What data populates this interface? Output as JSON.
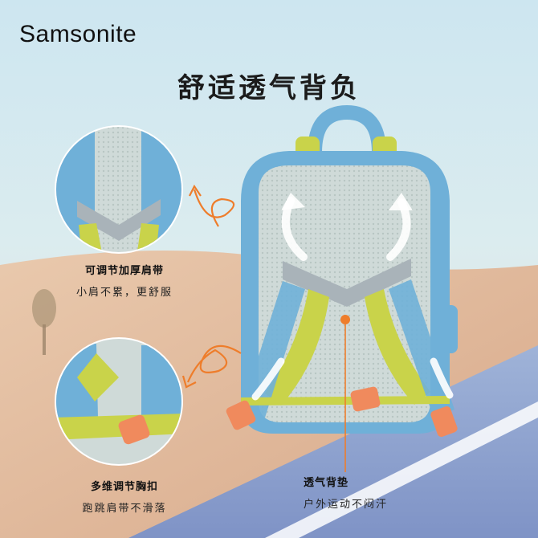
{
  "brand": {
    "logo_text": "Samsonite"
  },
  "headline": "舒适透气背负",
  "callouts": [
    {
      "title": "可调节加厚肩带",
      "subtitle": "小肩不累，更舒服"
    },
    {
      "title": "多维调节胸扣",
      "subtitle": "跑跳肩带不滑落"
    },
    {
      "title": "透气背垫",
      "subtitle": "户外运动不闷汗"
    }
  ],
  "colors": {
    "sky": "#cfe6ef",
    "bag_blue": "#6fb0d8",
    "mesh_gray": "#c9d6d3",
    "strap_green": "#c9d34a",
    "buckle_orange": "#f08a5d",
    "accent_orange": "#ee7d2b"
  }
}
